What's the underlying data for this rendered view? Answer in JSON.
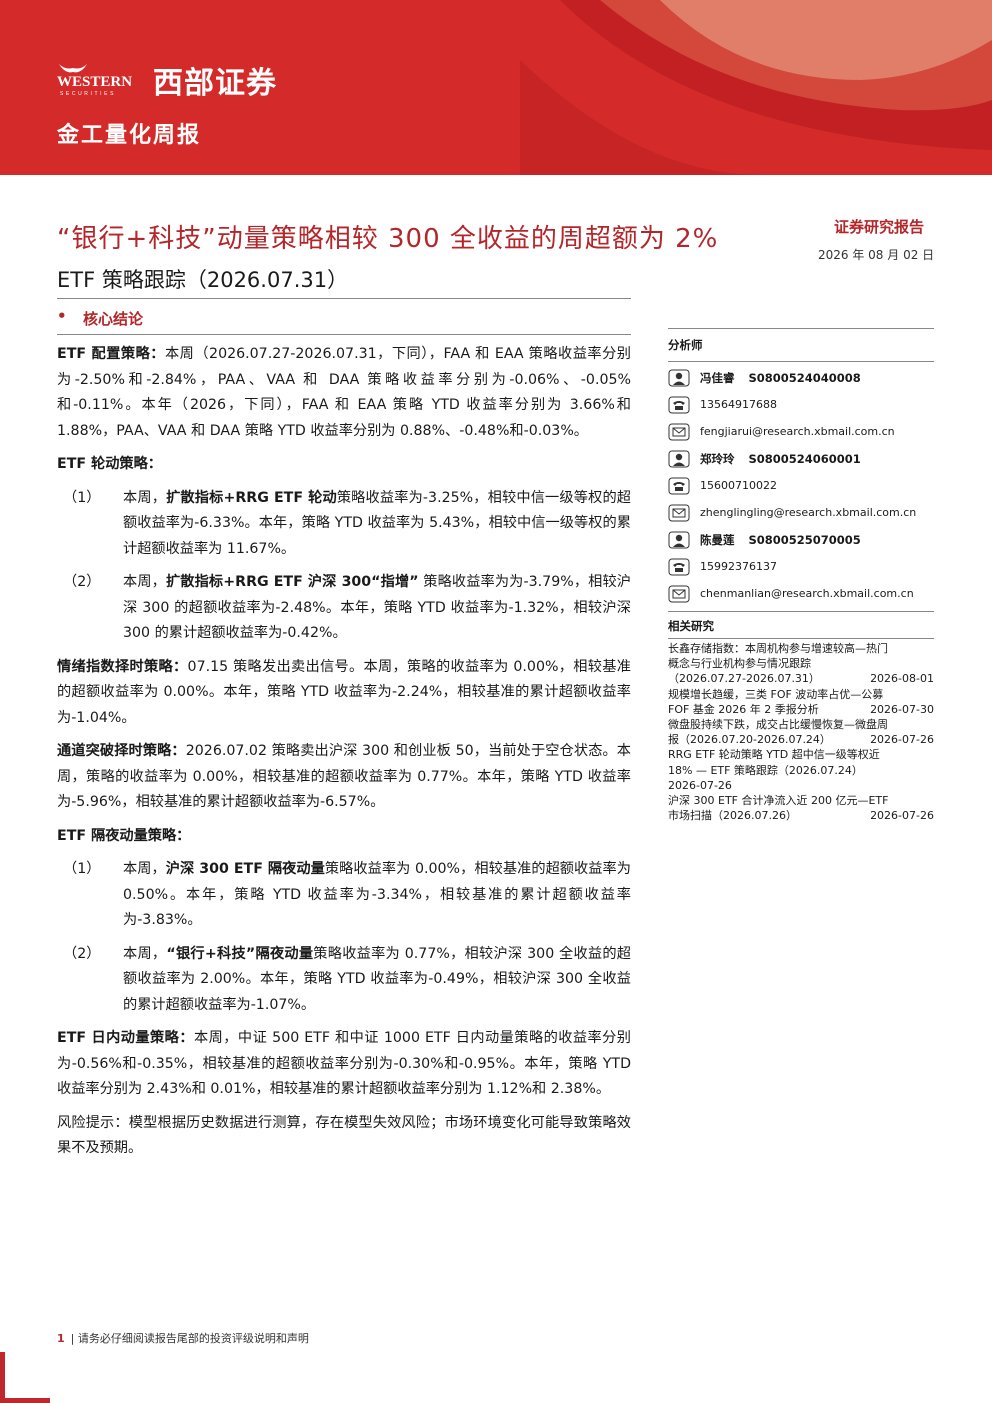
{
  "header": {
    "logo_en": "WESTERN",
    "logo_en_sub": "SECURITIES",
    "logo_cn": "西部证券",
    "report_series": "金工量化周报",
    "report_type": "证券研究报告",
    "report_date": "2026 年 08 月 02 日"
  },
  "title": "“银行+科技”动量策略相较 300 全收益的周超额为 2%",
  "subtitle": "ETF 策略跟踪（2026.07.31）",
  "core": {
    "bullet": "•",
    "label": "核心结论"
  },
  "body": {
    "p1_label": "ETF 配置策略：",
    "p1_text": "本周（2026.07.27-2026.07.31，下同），FAA 和 EAA 策略收益率分别为-2.50%和-2.84%，PAA、VAA 和 DAA 策略收益率分别为-0.06%、-0.05%和-0.11%。本年（2026，下同），FAA 和 EAA 策略 YTD 收益率分别为 3.66%和 1.88%，PAA、VAA 和 DAA 策略 YTD 收益率分别为 0.88%、-0.48%和-0.03%。",
    "s2_label": "ETF 轮动策略：",
    "s2_items": [
      {
        "num": "（1）",
        "pre": "本周，",
        "bold": "扩散指标+RRG ETF 轮动",
        "post": "策略收益率为-3.25%，相较中信一级等权的超额收益率为-6.33%。本年，策略 YTD 收益率为 5.43%，相较中信一级等权的累计超额收益率为 11.67%。"
      },
      {
        "num": "（2）",
        "pre": "本周，",
        "bold": "扩散指标+RRG ETF 沪深 300“指增”",
        "post": " 策略收益率为为-3.79%，相较沪深 300 的超额收益率为-2.48%。本年，策略 YTD 收益率为-1.32%，相较沪深 300 的累计超额收益率为-0.42%。"
      }
    ],
    "p3_label": "情绪指数择时策略：",
    "p3_text": "07.15 策略发出卖出信号。本周，策略的收益率为 0.00%，相较基准的超额收益率为 0.00%。本年，策略 YTD 收益率为-2.24%，相较基准的累计超额收益率为-1.04%。",
    "p4_label": "通道突破择时策略：",
    "p4_text": "2026.07.02 策略卖出沪深 300 和创业板 50，当前处于空仓状态。本周，策略的收益率为 0.00%，相较基准的超额收益率为 0.77%。本年，策略 YTD 收益率为-5.96%，相较基准的累计超额收益率为-6.57%。",
    "s5_label": "ETF 隔夜动量策略：",
    "s5_items": [
      {
        "num": "（1）",
        "pre": "本周，",
        "bold": "沪深 300 ETF 隔夜动量",
        "post": "策略收益率为 0.00%，相较基准的超额收益率为 0.50%。本年，策略 YTD 收益率为-3.34%，相较基准的累计超额收益率为-3.83%。"
      },
      {
        "num": "（2）",
        "pre": "本周，",
        "bold": "“银行+科技”隔夜动量",
        "post": "策略收益率为 0.77%，相较沪深 300 全收益的超额收益率为 2.00%。本年，策略 YTD 收益率为-0.49%，相较沪深 300 全收益的累计超额收益率为-1.07%。"
      }
    ],
    "p6_label": "ETF 日内动量策略：",
    "p6_text": "本周，中证 500 ETF 和中证 1000 ETF 日内动量策略的收益率分别为-0.56%和-0.35%，相较基准的超额收益率分别为-0.30%和-0.95%。本年，策略 YTD 收益率分别为 2.43%和 0.01%，相较基准的累计超额收益率分别为 1.12%和 2.38%。",
    "risk": "风险提示：模型根据历史数据进行测算，存在模型失效风险；市场环境变化可能导致策略效果不及预期。"
  },
  "sidebar": {
    "analyst_heading": "分析师",
    "analysts": [
      {
        "name": "冯佳睿",
        "id": "S0800524040008",
        "phone": "13564917688",
        "email": "fengjiarui@research.xbmail.com.cn"
      },
      {
        "name": "郑玲玲",
        "id": "S0800524060001",
        "phone": "15600710022",
        "email": "zhenglingling@research.xbmail.com.cn"
      },
      {
        "name": "陈曼莲",
        "id": "S0800525070005",
        "phone": "15992376137",
        "email": "chenmanlian@research.xbmail.com.cn"
      }
    ],
    "related_heading": "相关研究",
    "related": [
      {
        "lines": [
          "长鑫存储指数：本周机构参与增速较高—热门",
          "概念与行业机构参与情况跟踪"
        ],
        "last": "（2026.07.27-2026.07.31）",
        "date": "2026-08-01"
      },
      {
        "lines": [
          "规模增长趋缓，三类 FOF 波动率占优—公募"
        ],
        "last": "FOF 基金 2026 年 2 季报分析",
        "date": "2026-07-30"
      },
      {
        "lines": [
          "微盘股持续下跌，成交占比缓慢恢复—微盘周"
        ],
        "last": "报（2026.07.20-2026.07.24）",
        "date": "2026-07-26"
      },
      {
        "lines": [
          "RRG ETF 轮动策略 YTD 超中信一级等权近",
          "18% — ETF 策略跟踪（2026.07.24）"
        ],
        "last": "",
        "date": "2026-07-26"
      },
      {
        "lines": [
          "沪深 300 ETF 合计净流入近 200 亿元—ETF"
        ],
        "last": "市场扫描（2026.07.26）",
        "date": "2026-07-26"
      }
    ]
  },
  "footer": {
    "page": "1",
    "note": "| 请务必仔细阅读报告尾部的投资评级说明和声明"
  },
  "colors": {
    "brand_red": "#d42a2a",
    "title_red": "#b3262a"
  }
}
